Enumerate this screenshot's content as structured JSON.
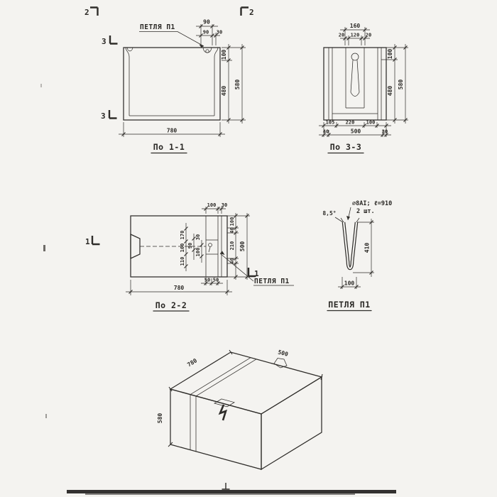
{
  "view11": {
    "title": "По 1-1",
    "loop_label": "ПЕТЛЯ П1",
    "dims": {
      "w90a": "90",
      "w90b": "90",
      "w30": "30",
      "h100": "100",
      "h480": "480",
      "h580": "580",
      "w780": "780"
    },
    "markers": {
      "top_left": "2",
      "top_right": "2",
      "left_top": "3",
      "left_bottom": "3"
    }
  },
  "view33": {
    "title": "По 3-3",
    "dims": {
      "t160": "160",
      "t20a": "20",
      "t120": "120",
      "t20b": "20",
      "r100": "100",
      "r480": "480",
      "r580": "580",
      "b105": "105",
      "b220": "220",
      "b100": "100",
      "b40": "40",
      "b500": "500",
      "b30": "30"
    }
  },
  "view22": {
    "title": "По 2-2",
    "loop_label": "ПЕТЛЯ П1",
    "dims": {
      "t100": "100",
      "t30": "30",
      "i170": "170",
      "i160": "160",
      "i110": "110",
      "i90": "90",
      "i30": "30",
      "i100": "100",
      "r100": "100",
      "r40a": "40",
      "r210": "210",
      "r40b": "40",
      "r500": "500",
      "b50a": "50",
      "b50b": "50",
      "b780": "780"
    },
    "markers": {
      "left": "1",
      "right": "1"
    }
  },
  "loopDetail": {
    "title": "ПЕТЛЯ П1",
    "spec1": "∅8АI; ℓ=910",
    "spec2": "2 шт.",
    "angle": "8,5°",
    "dims": {
      "h410": "410",
      "w100": "100"
    }
  },
  "iso": {
    "dims": {
      "d780": "780",
      "d500": "500",
      "d580": "580"
    }
  }
}
